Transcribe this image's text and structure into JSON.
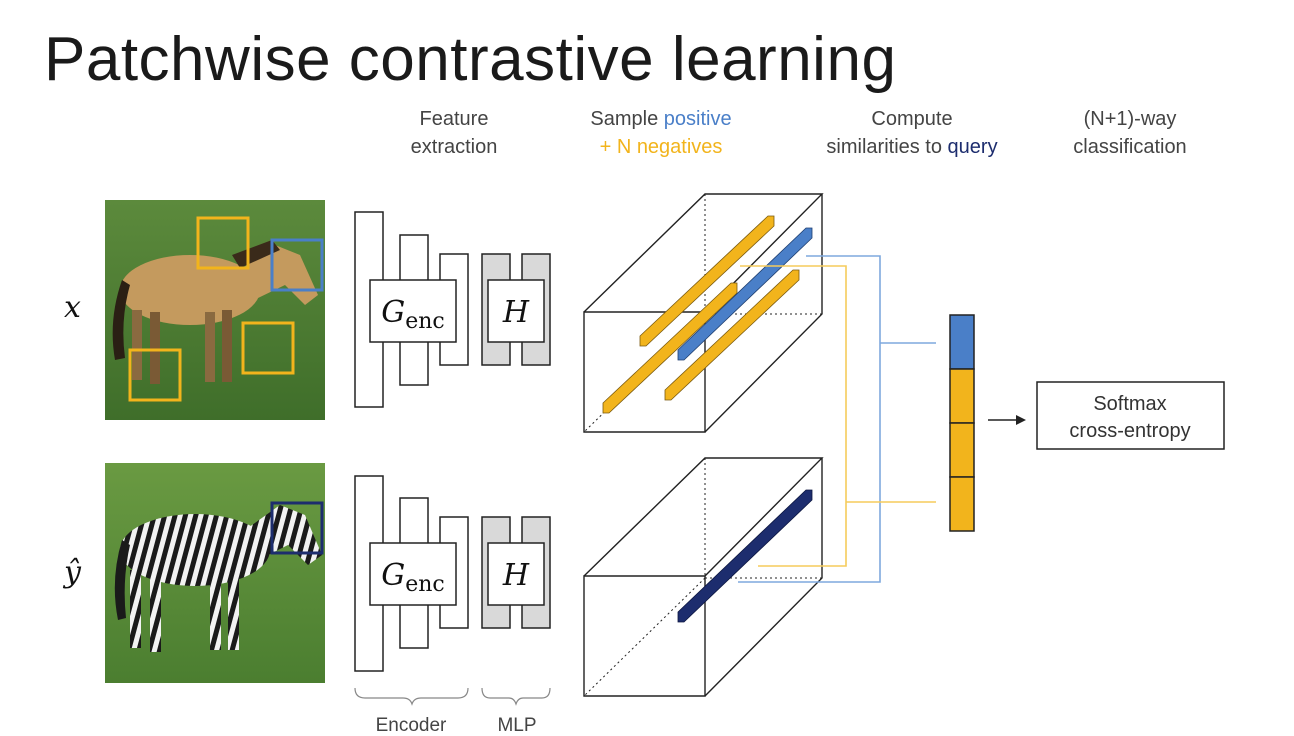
{
  "title": "Patchwise contrastive learning",
  "headers": {
    "feature_line1": "Feature",
    "feature_line2": "extraction",
    "sample_prefix": "Sample ",
    "sample_positive": "positive",
    "sample_plus": "+ ",
    "sample_negatives": "N negatives",
    "compute_line1": "Compute",
    "compute_prefix": "similarities to ",
    "compute_query": "query",
    "class_line1": "(N+1)-way",
    "class_line2": "classification"
  },
  "rows": {
    "x_label": "x",
    "y_label": "ŷ"
  },
  "encoder": {
    "symbol": "G",
    "subscript": "enc"
  },
  "mlp": {
    "symbol": "H"
  },
  "braces": {
    "encoder_label": "Encoder",
    "mlp_label": "MLP"
  },
  "softmax": {
    "line1": "Softmax",
    "line2": "cross-entropy"
  },
  "colors": {
    "positive": "#4a7fc8",
    "negative": "#f2b41c",
    "query": "#1d2d6e",
    "mlp_fill": "#d9d9d9"
  },
  "icons": {
    "arrow": "arrow-right-icon"
  }
}
